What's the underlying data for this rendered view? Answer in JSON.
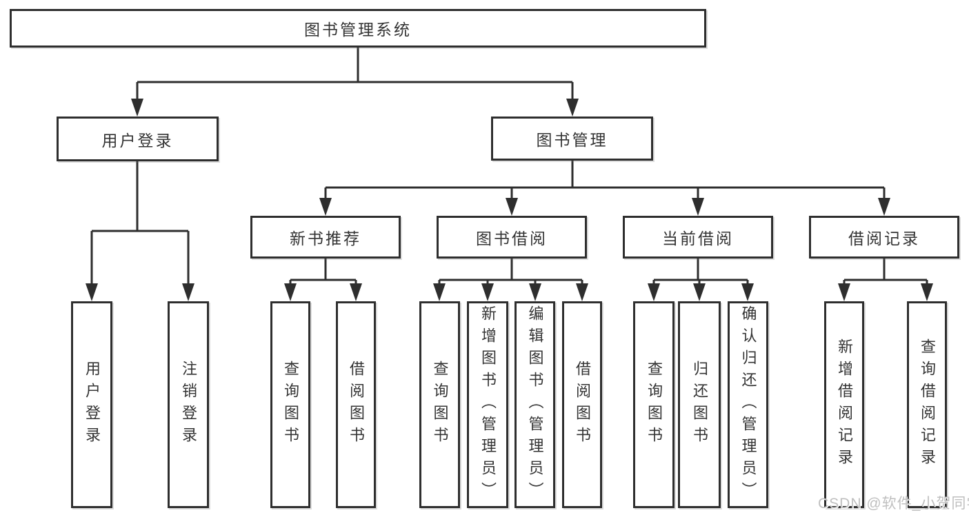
{
  "colors": {
    "line": "#2e2e2e",
    "box_border": "#2e2e2e",
    "box_fill": "#ffffff",
    "text": "#333333",
    "watermark": "#bfbfbf"
  },
  "watermark": {
    "text": "CSDN @软件_小贺同学"
  },
  "tree": {
    "root": {
      "label": "图书管理系统",
      "children": [
        {
          "label": "用户登录",
          "children": [
            {
              "label": "用户登录"
            },
            {
              "label": "注销登录"
            }
          ]
        },
        {
          "label": "图书管理",
          "children": [
            {
              "label": "新书推荐",
              "children": [
                {
                  "label": "查询图书"
                },
                {
                  "label": "借阅图书"
                }
              ]
            },
            {
              "label": "图书借阅",
              "children": [
                {
                  "label": "查询图书"
                },
                {
                  "label": "新增图书（管理员）"
                },
                {
                  "label": "编辑图书（管理员）"
                },
                {
                  "label": "借阅图书"
                }
              ]
            },
            {
              "label": "当前借阅",
              "children": [
                {
                  "label": "查询图书"
                },
                {
                  "label": "归还图书"
                },
                {
                  "label": "确认归还（管理员）"
                }
              ]
            },
            {
              "label": "借阅记录",
              "children": [
                {
                  "label": "新增借阅记录"
                },
                {
                  "label": "查询借阅记录"
                }
              ]
            }
          ]
        }
      ]
    }
  }
}
